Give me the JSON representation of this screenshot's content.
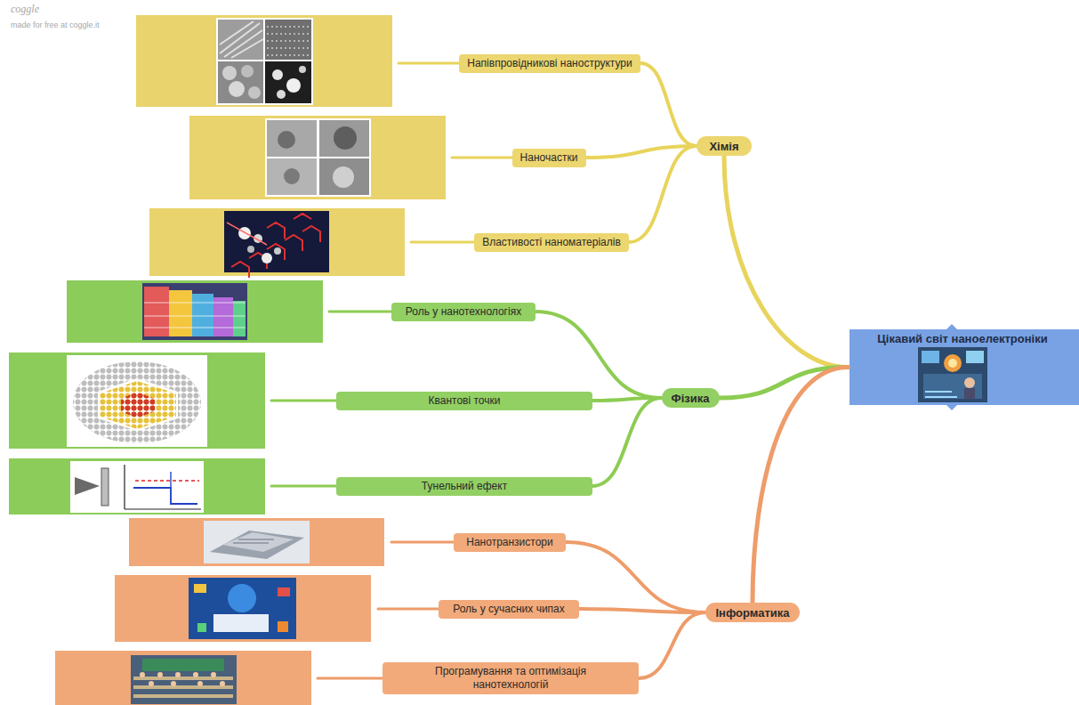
{
  "diagram": {
    "nodes": [
      {
        "text": [
          "Цікавий світ наноелектроніки"
        ]
      },
      {
        "text": [
          "Хімія"
        ]
      },
      {
        "text": [
          "Напівпровідникові наноструктури"
        ]
      },
      {
        "text": [
          "Наночастки"
        ]
      },
      {
        "text": [
          "Властивості наноматеріалів"
        ]
      },
      {
        "text": [
          "Фізика"
        ]
      },
      {
        "text": [
          "Роль у нанотехнологіях"
        ]
      },
      {
        "text": [
          "Квантові точки"
        ]
      },
      {
        "text": [
          "Тунельний ефект"
        ]
      },
      {
        "text": [
          "Інформатика"
        ]
      },
      {
        "text": [
          "Нанотранзистори"
        ]
      },
      {
        "text": [
          "Роль у сучасних чипах"
        ]
      },
      {
        "text": [
          "Програмування та оптимізація нанотехнологій"
        ]
      }
    ],
    "edges": [
      {
        "from": 0,
        "to": 1,
        "arrow": "none"
      },
      {
        "from": 0,
        "to": 5,
        "arrow": "none"
      },
      {
        "from": 0,
        "to": 9,
        "arrow": "none"
      },
      {
        "from": 1,
        "to": 2,
        "arrow": "none"
      },
      {
        "from": 1,
        "to": 3,
        "arrow": "none"
      },
      {
        "from": 1,
        "to": 4,
        "arrow": "none"
      },
      {
        "from": 5,
        "to": 6,
        "arrow": "none"
      },
      {
        "from": 5,
        "to": 7,
        "arrow": "none"
      },
      {
        "from": 5,
        "to": 8,
        "arrow": "none"
      },
      {
        "from": 9,
        "to": 10,
        "arrow": "none"
      },
      {
        "from": 9,
        "to": 11,
        "arrow": "none"
      },
      {
        "from": 9,
        "to": 12,
        "arrow": "none"
      }
    ],
    "labels": [
      "coggle",
      "made for free at coggle.it"
    ]
  }
}
